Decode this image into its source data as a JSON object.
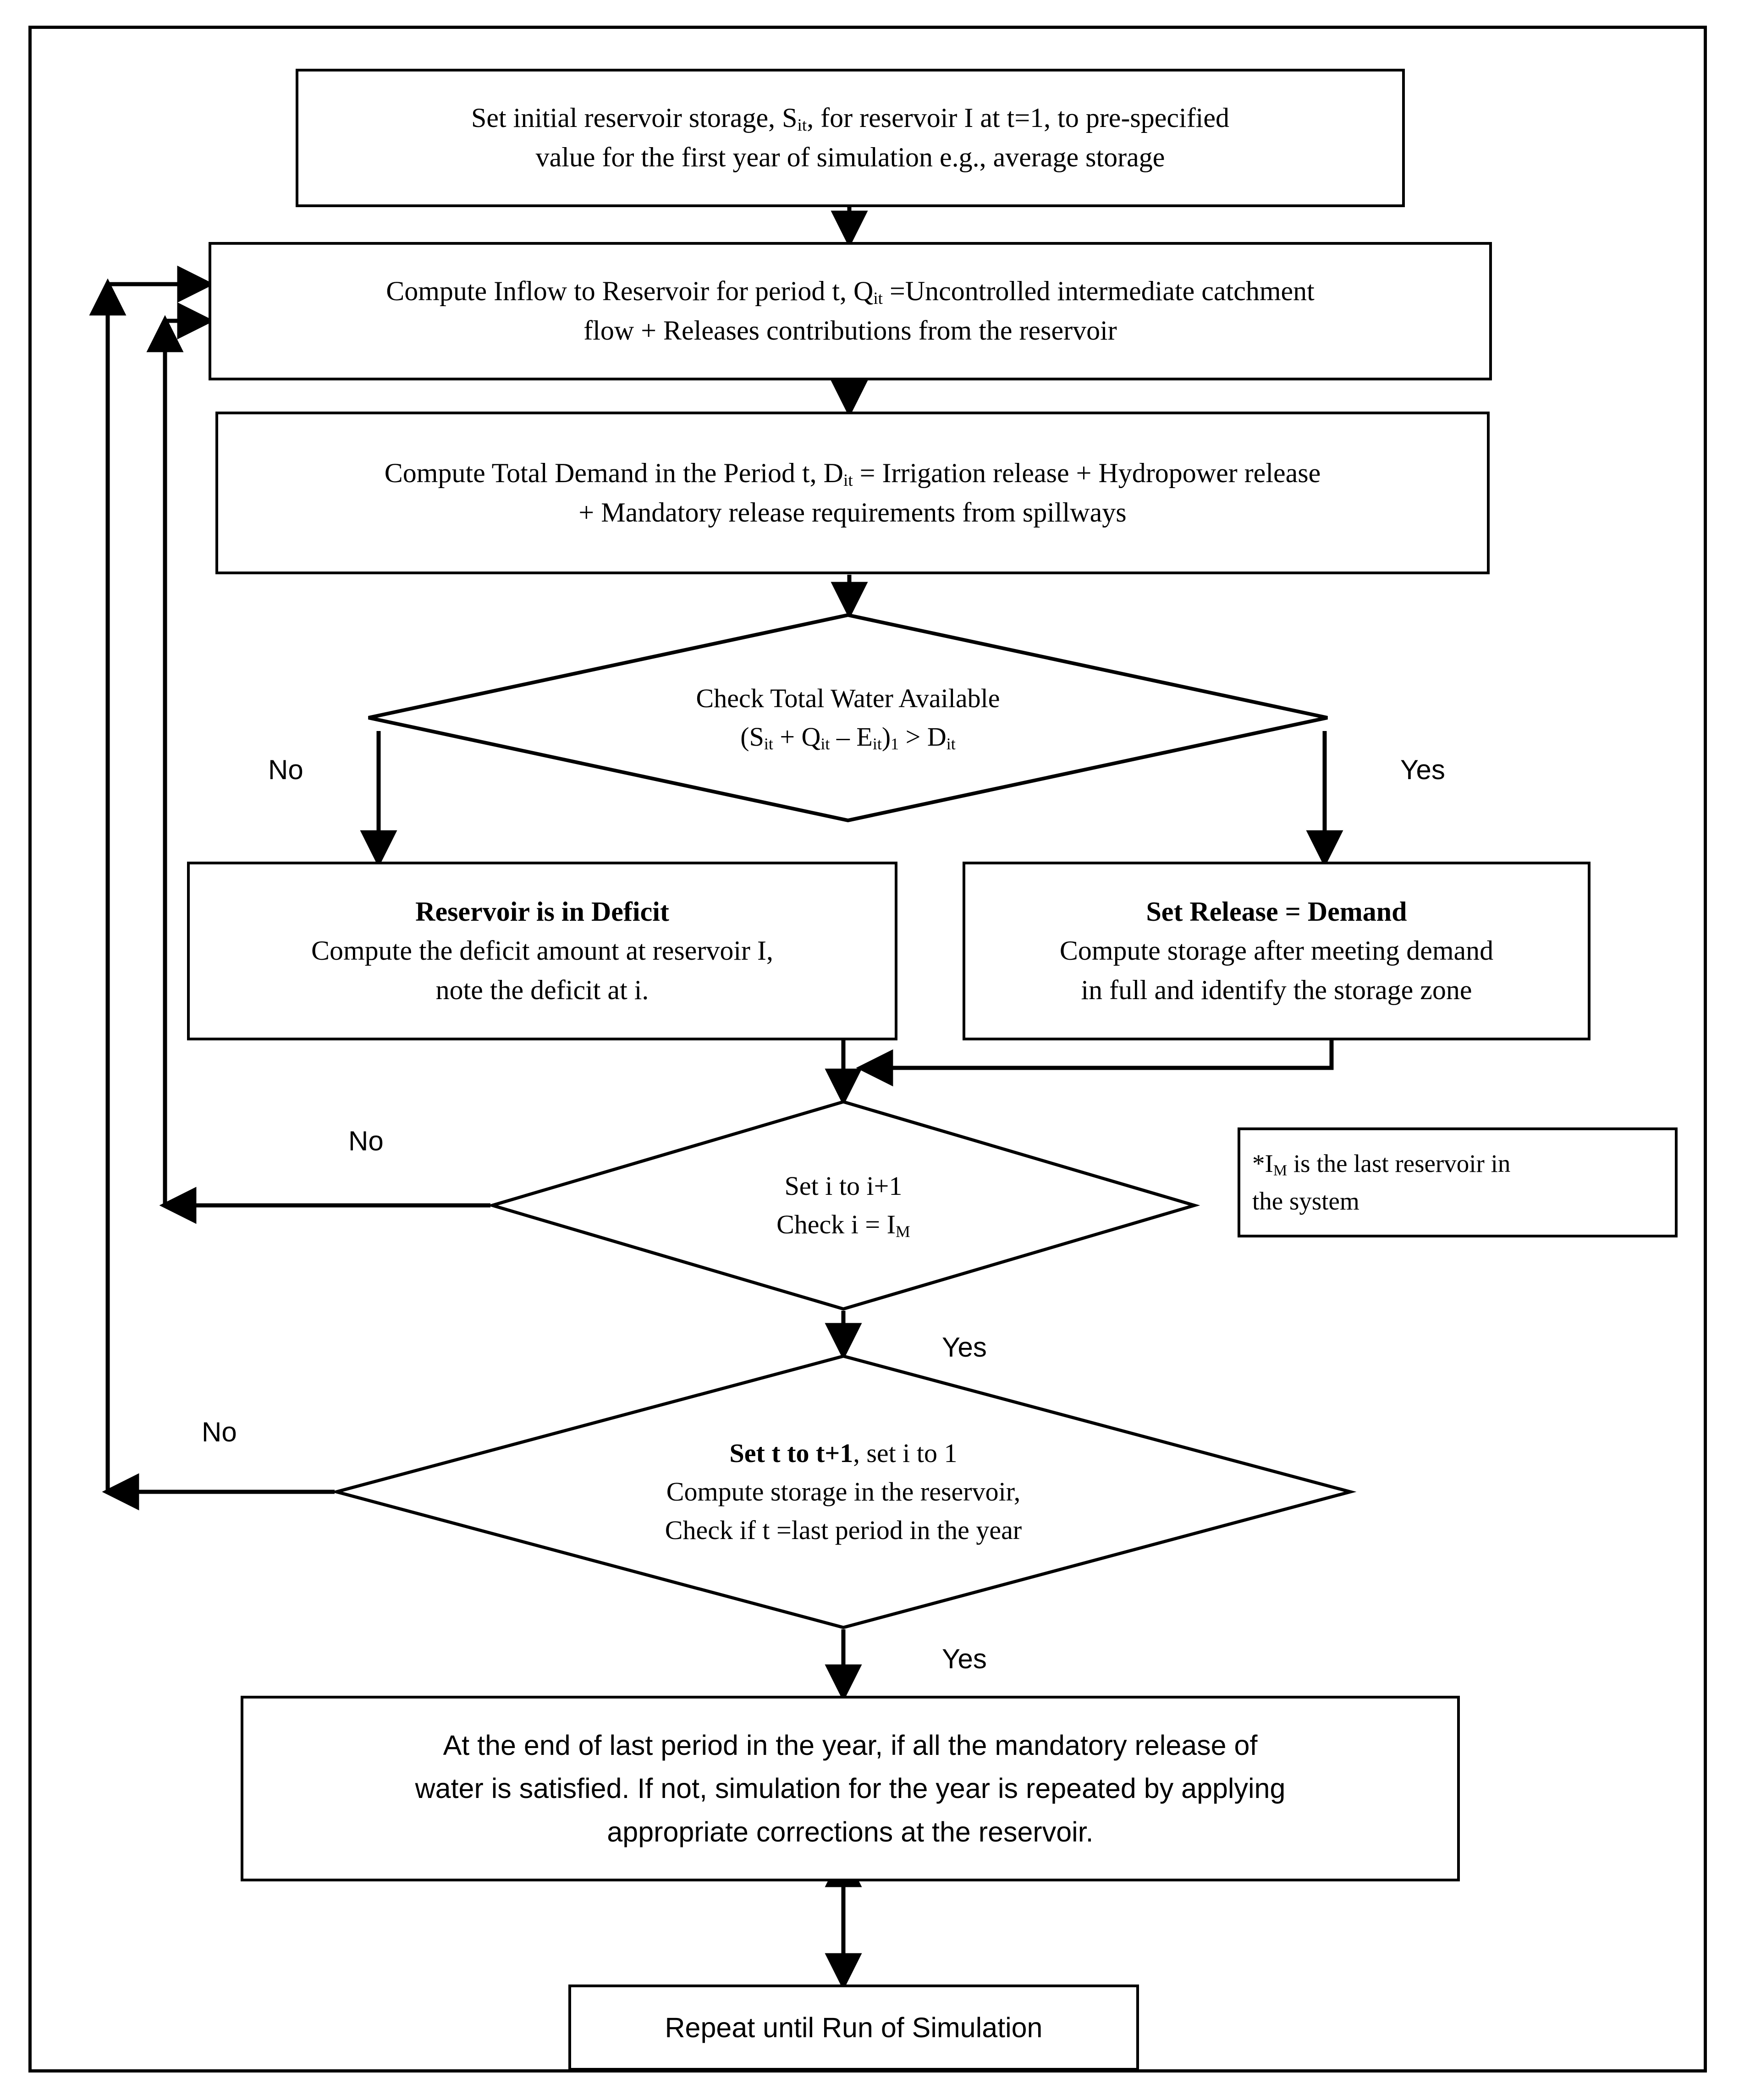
{
  "diagram": {
    "title": "Reservoir system simulation flowchart",
    "line_color": "#000000",
    "background_color": "#ffffff"
  },
  "nodes": {
    "init_storage": {
      "type": "process",
      "line1": "Set initial reservoir storage, S",
      "sub1": "it",
      "line1b": ", for reservoir I at t=1, to pre-specified",
      "line2": "value for the first year of simulation e.g., average storage"
    },
    "compute_inflow": {
      "type": "process",
      "line1": "Compute Inflow to Reservoir for period t, Q",
      "sub1": "it",
      "line1b": " =Uncontrolled intermediate catchment",
      "line2": "flow + Releases contributions from the reservoir"
    },
    "compute_demand": {
      "type": "process",
      "line1": "Compute Total Demand in the Period t, D",
      "sub1": "it",
      "line1b": " = Irrigation release + Hydropower release",
      "line2": "+ Mandatory release requirements from spillways"
    },
    "check_water": {
      "type": "decision",
      "line1": "Check Total Water Available",
      "line2_a": "(S",
      "line2_sub_a": "it",
      "line2_b": " + Q",
      "line2_sub_b": "it",
      "line2_c": " – E",
      "line2_sub_c": "it",
      "line2_d": ")",
      "line2_sub_d": "1",
      "line2_e": " > D",
      "line2_sub_e": "it"
    },
    "deficit": {
      "type": "process",
      "heading": "Reservoir is in Deficit",
      "line2": "Compute the deficit amount at reservoir I,",
      "line3": "note the deficit at i."
    },
    "release_demand": {
      "type": "process",
      "heading": "Set Release = Demand",
      "line2": "Compute storage after meeting demand",
      "line3": "in full and identify the storage zone"
    },
    "check_i": {
      "type": "decision",
      "line1": "Set i to i+1",
      "line2_a": "Check i = I",
      "line2_sub": "M"
    },
    "note_im": {
      "type": "note",
      "line1_a": "*I",
      "line1_sub": "M",
      "line1_b": " is the last reservoir in",
      "line2": "the system"
    },
    "check_t": {
      "type": "decision",
      "line1_bold": "Set t to t+1",
      "line1_rest": ", set i to 1",
      "line2": "Compute storage in the reservoir,",
      "line3": "Check if t =last period in the year"
    },
    "end_of_year": {
      "type": "process",
      "line1": "At the end of last period in the year, if all the mandatory release of",
      "line2": "water is satisfied. If not, simulation for the year is repeated by applying",
      "line3": "appropriate corrections at the reservoir."
    },
    "repeat_run": {
      "type": "process",
      "line1": "Repeat until Run of Simulation"
    }
  },
  "edge_labels": {
    "water_no": "No",
    "water_yes": "Yes",
    "check_i_no": "No",
    "check_i_yes": "Yes",
    "check_t_no": "No",
    "check_t_yes": "Yes"
  }
}
